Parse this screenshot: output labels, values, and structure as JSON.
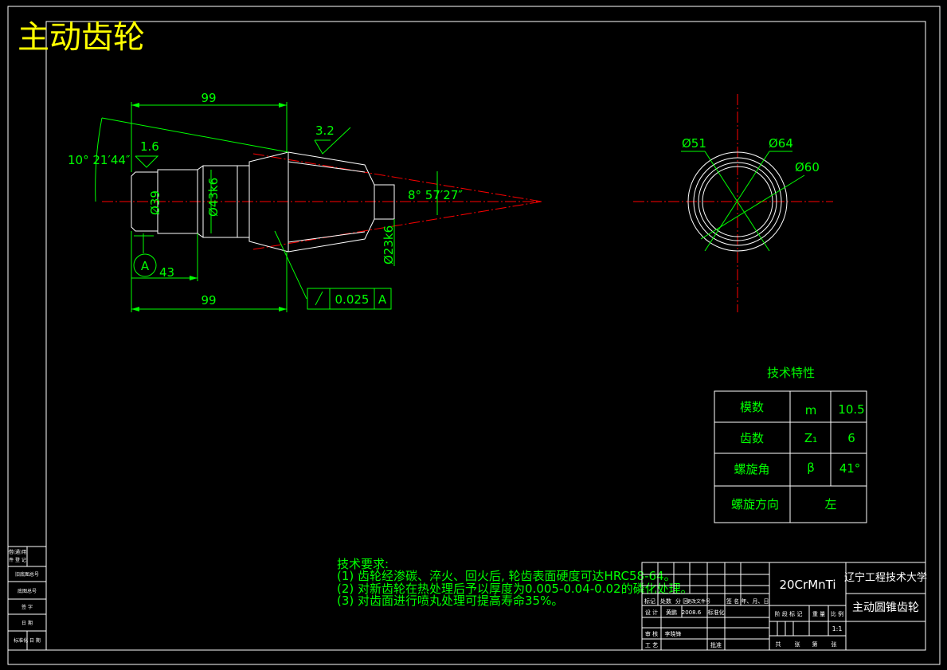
{
  "title": "主动齿轮",
  "dimensions": {
    "top_length": "99",
    "bottom_length": "99",
    "shoulder_length": "43",
    "cone_angle": "10° 21′44″",
    "tip_angle": "8° 57′27″",
    "dia_39": "Ø39",
    "dia_43k6": "Ø43k6",
    "dia_23k6": "Ø23k6",
    "rough_1_6": "1.6",
    "rough_3_2": "3.2",
    "datum": "A",
    "runout_value": "0.025",
    "runout_datum": "A",
    "dia_51": "Ø51",
    "dia_64": "Ø64",
    "dia_60": "Ø60"
  },
  "spec_table": {
    "title": "技术特性",
    "rows": [
      {
        "name": "模数",
        "symbol": "m",
        "value": "10.5"
      },
      {
        "name": "齿数",
        "symbol": "Z₁",
        "value": "6"
      },
      {
        "name": "螺旋角",
        "symbol": "β",
        "value": "41°"
      },
      {
        "name": "螺旋方向",
        "value": "左"
      }
    ]
  },
  "tech_notes": {
    "title": "技术要求:",
    "lines": [
      "(1) 齿轮经渗碳、淬火、回火后, 轮齿表面硬度可达HRC58-64。",
      "(2) 对新齿轮在热处理后予以厚度为0.005-0.04-0.02的磷化处理。",
      "(3) 对齿面进行喷丸处理可提高寿命35%。"
    ]
  },
  "title_block": {
    "material": "20CrMnTi",
    "school": "辽宁工程技术大学",
    "part_name": "主动圆锥齿轮",
    "header_cells": [
      "标记",
      "处数",
      "分 区",
      "更改文件号",
      "签 名",
      "年、月、日"
    ],
    "designer_label": "设 计",
    "designer": "黄鹏",
    "date": "2008.6",
    "standard": "标准化",
    "check_label": "审 核",
    "checker": "李晓锋",
    "process_label": "工 艺",
    "approve_label": "批准",
    "stage_labels": [
      "阶 段 标 记",
      "重 量",
      "比 例"
    ],
    "scale": "1:1",
    "sheet_labels": [
      "共",
      "张",
      "第",
      "张"
    ]
  },
  "side_strip": [
    "借(通)用",
    "件 登 记",
    "旧底图总号",
    "底图总号",
    "签 字",
    "日 期",
    "标准化 日 期"
  ]
}
